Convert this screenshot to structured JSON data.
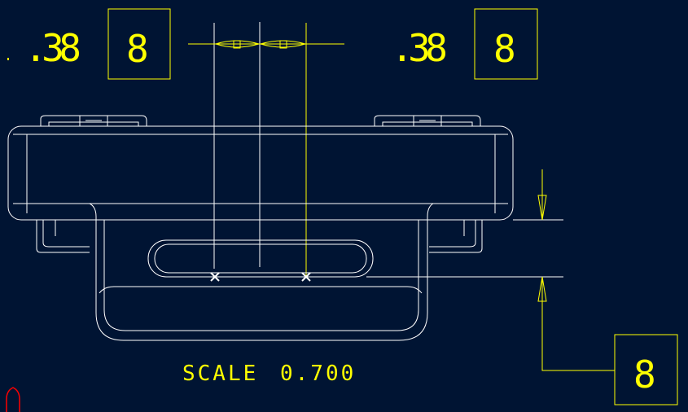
{
  "drawing": {
    "dimensions": [
      {
        "value": ".38",
        "tolerance_box": "8"
      },
      {
        "value": ".38",
        "tolerance_box": "8"
      }
    ],
    "side_tolerance_box": "8",
    "scale_label": "SCALE",
    "scale_value": "0.700"
  },
  "colors": {
    "background": "#001433",
    "geometry": "#ffffff",
    "annotation": "#ffff00",
    "marker": "#ff0000"
  }
}
